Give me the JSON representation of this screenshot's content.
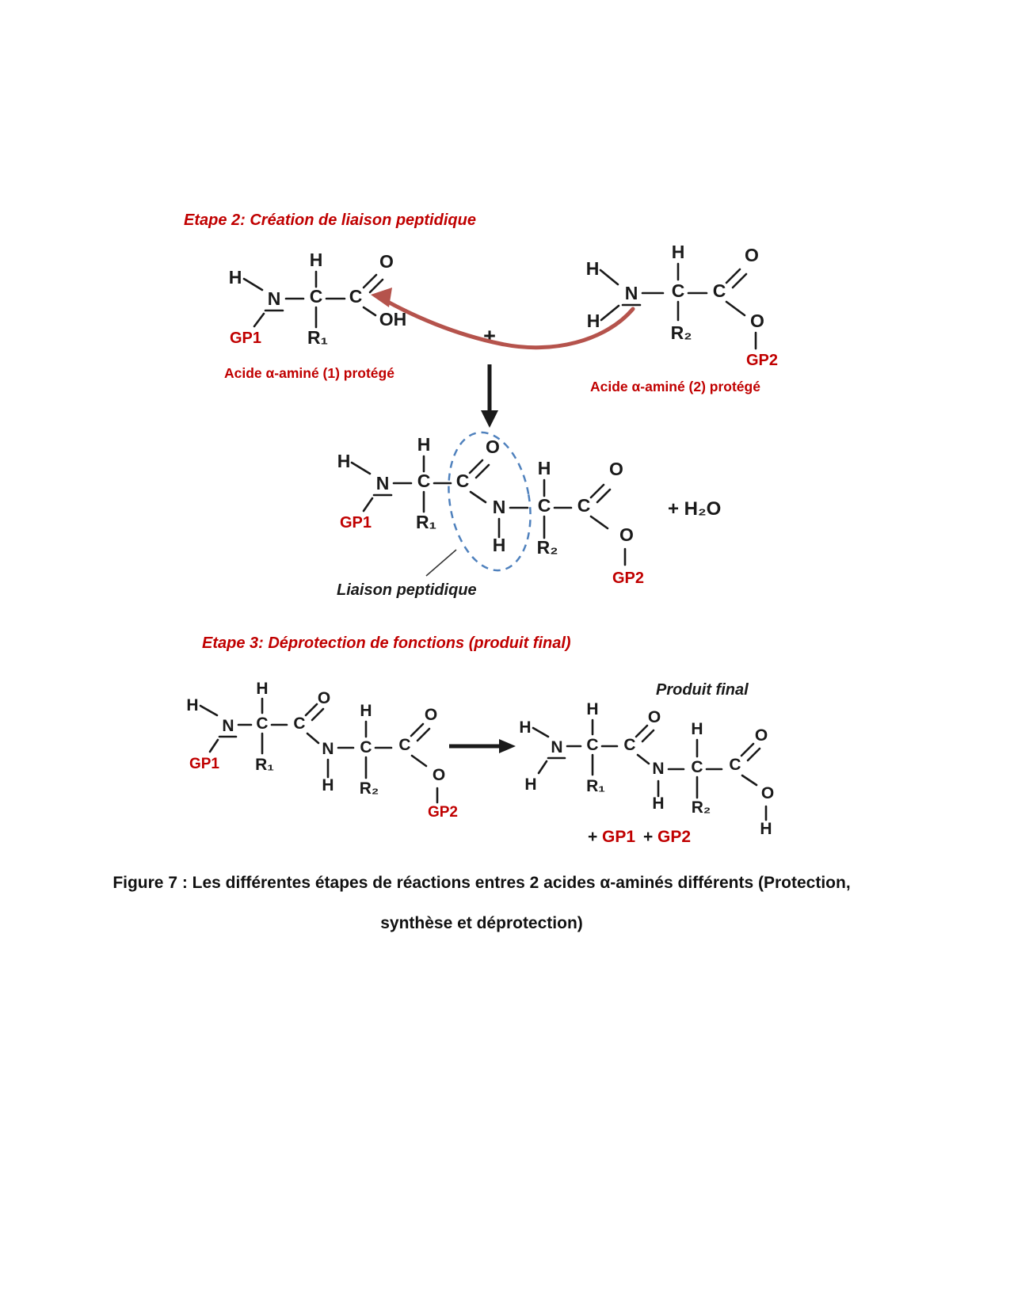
{
  "labels": {
    "step2_title": "Etape 2: Création de liaison peptidique",
    "step3_title": "Etape 3: Déprotection de fonctions (produit final)",
    "acid1": "Acide α-aminé (1) protégé",
    "acid2": "Acide α-aminé (2) protégé",
    "peptide_bond": "Liaison peptidique",
    "final_product": "Produit final",
    "water": "+  H₂O",
    "plus": "+",
    "caption_line1": "Figure 7 : Les différentes étapes de réactions entres 2 acides α-aminés différents (Protection,",
    "caption_line2": "synthèse et déprotection)"
  },
  "atoms": {
    "H": "H",
    "N": "N",
    "C": "C",
    "O": "O",
    "OH": "OH",
    "R1": "R₁",
    "R2": "R₂",
    "GP1": "GP1",
    "GP2": "GP2"
  },
  "colors": {
    "red": "#c00000",
    "blue": "#0070c0",
    "arrow_red": "#b5534c",
    "ellipse_blue": "#4f81bd",
    "black": "#1a1a1a"
  }
}
